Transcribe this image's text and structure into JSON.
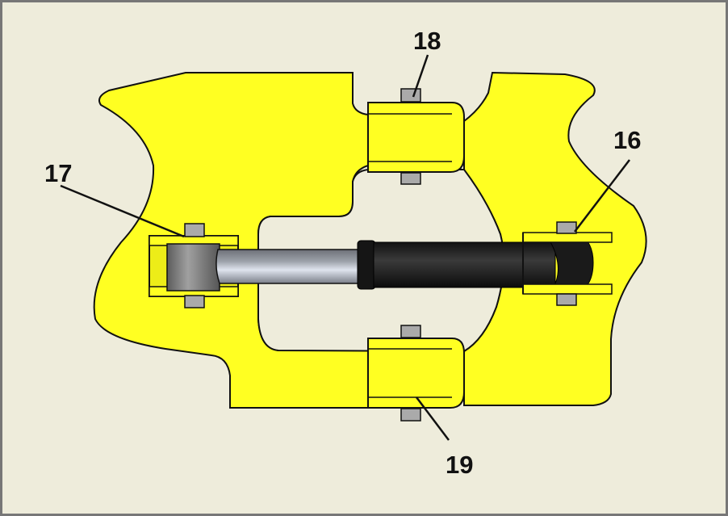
{
  "labels": {
    "l16": "16",
    "l17": "17",
    "l18": "18",
    "l19": "19"
  },
  "colors": {
    "body": "#ffff22",
    "background": "#eeecdb",
    "outline": "#111111",
    "cylinder": "#1a1a1a",
    "rod": "#a9b0bd"
  }
}
